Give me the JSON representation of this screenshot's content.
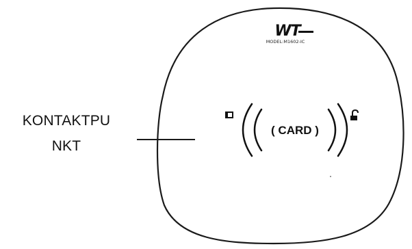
{
  "callout": {
    "line1": "KONTAKTPU",
    "line2": "NKT"
  },
  "device": {
    "logo": "WT",
    "model": "MODEL:M1602-IC",
    "card_label": "( CARD )",
    "left_icon": "card-slot-icon",
    "right_icon": "unlock-icon"
  },
  "colors": {
    "outline": "#1a1a1a",
    "text": "#111111"
  }
}
